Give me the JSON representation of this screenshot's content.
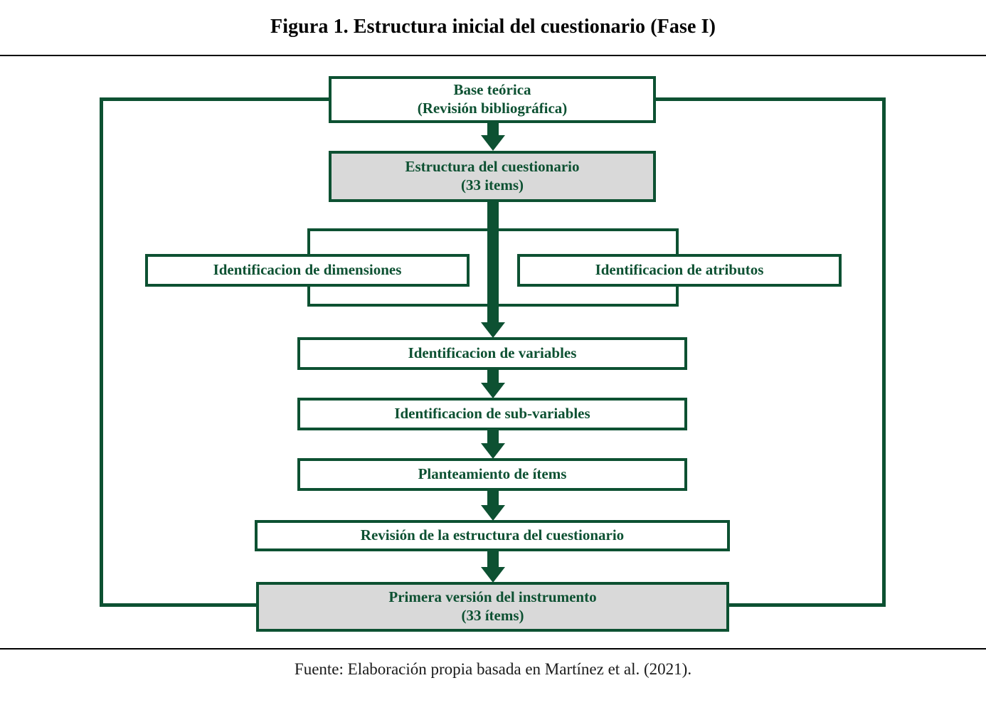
{
  "figure": {
    "title": "Figura 1. Estructura inicial del cuestionario (Fase I)",
    "source": "Fuente: Elaboración propia basada en Martínez et al. (2021)."
  },
  "colors": {
    "line_green": "#0d5132",
    "shaded_fill": "#d9d9d9",
    "rule_black": "#000000",
    "page_background": "#ffffff"
  },
  "chart_data": {
    "type": "flowchart",
    "title": "Figura 1. Estructura inicial del cuestionario (Fase I)",
    "orientation": "top-to-bottom",
    "nodes": [
      {
        "id": "base",
        "label_line1": "Base teórica",
        "label_line2": "(Revisión bibliográfica)",
        "fill": "white"
      },
      {
        "id": "estructura",
        "label_line1": "Estructura del cuestionario",
        "label_line2": "(33 items)",
        "fill": "shaded"
      },
      {
        "id": "dimensiones",
        "label_line1": "Identificacion de dimensiones",
        "label_line2": "",
        "fill": "white"
      },
      {
        "id": "atributos",
        "label_line1": "Identificacion de atributos",
        "label_line2": "",
        "fill": "white"
      },
      {
        "id": "variables",
        "label_line1": "Identificacion de variables",
        "label_line2": "",
        "fill": "white"
      },
      {
        "id": "subvar",
        "label_line1": "Identificacion de sub-variables",
        "label_line2": "",
        "fill": "white"
      },
      {
        "id": "items",
        "label_line1": "Planteamiento de ítems",
        "label_line2": "",
        "fill": "white"
      },
      {
        "id": "revision",
        "label_line1": "Revisión  de la estructura del cuestionario",
        "label_line2": "",
        "fill": "white"
      },
      {
        "id": "primera",
        "label_line1": "Primera versión del instrumento",
        "label_line2": "(33 ítems)",
        "fill": "shaded"
      }
    ],
    "edges": [
      {
        "from": "base",
        "to": "estructura",
        "kind": "arrow"
      },
      {
        "from": "estructura",
        "to": "variables",
        "kind": "arrow-through-branch"
      },
      {
        "from": "variables",
        "to": "subvar",
        "kind": "arrow"
      },
      {
        "from": "subvar",
        "to": "items",
        "kind": "arrow"
      },
      {
        "from": "items",
        "to": "revision",
        "kind": "arrow"
      },
      {
        "from": "revision",
        "to": "primera",
        "kind": "arrow"
      },
      {
        "from": "primera",
        "to": "base",
        "kind": "feedback-loop"
      }
    ],
    "annotations": [],
    "legend": []
  }
}
